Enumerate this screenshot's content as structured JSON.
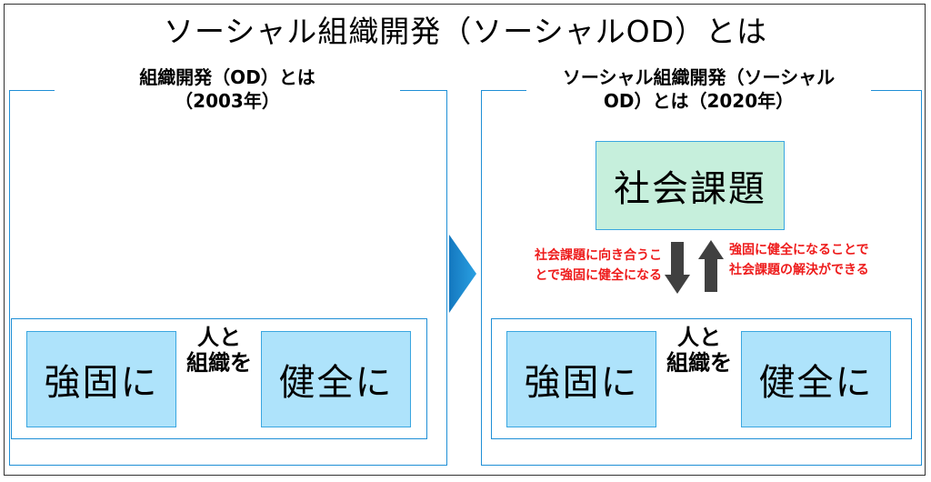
{
  "main_title": "ソーシャル組織開発（ソーシャルOD）とは",
  "left_panel": {
    "title_line1": "組織開発（OD）とは",
    "title_line2": "（2003年）",
    "box_left": "強固に",
    "center_line1": "人と",
    "center_line2": "組織を",
    "box_right": "健全に"
  },
  "right_panel": {
    "title_line1": "ソーシャル組織開発（ソーシャル",
    "title_line2": "OD）とは（2020年）",
    "issue_box": "社会課題",
    "down_text_line1": "社会課題に向き合うこ",
    "down_text_line2": "とで強固に健全になる",
    "up_text_line1": "強固に健全になることで",
    "up_text_line2": "社会課題の解決ができる",
    "box_left": "強固に",
    "center_line1": "人と",
    "center_line2": "組織を",
    "box_right": "健全に"
  },
  "colors": {
    "accent_blue": "#1f8fd6",
    "light_blue_box": "#aee3fb",
    "light_green_box": "#c6efdc",
    "arrow_dark": "#404040",
    "red_text": "#ee1b1b"
  }
}
